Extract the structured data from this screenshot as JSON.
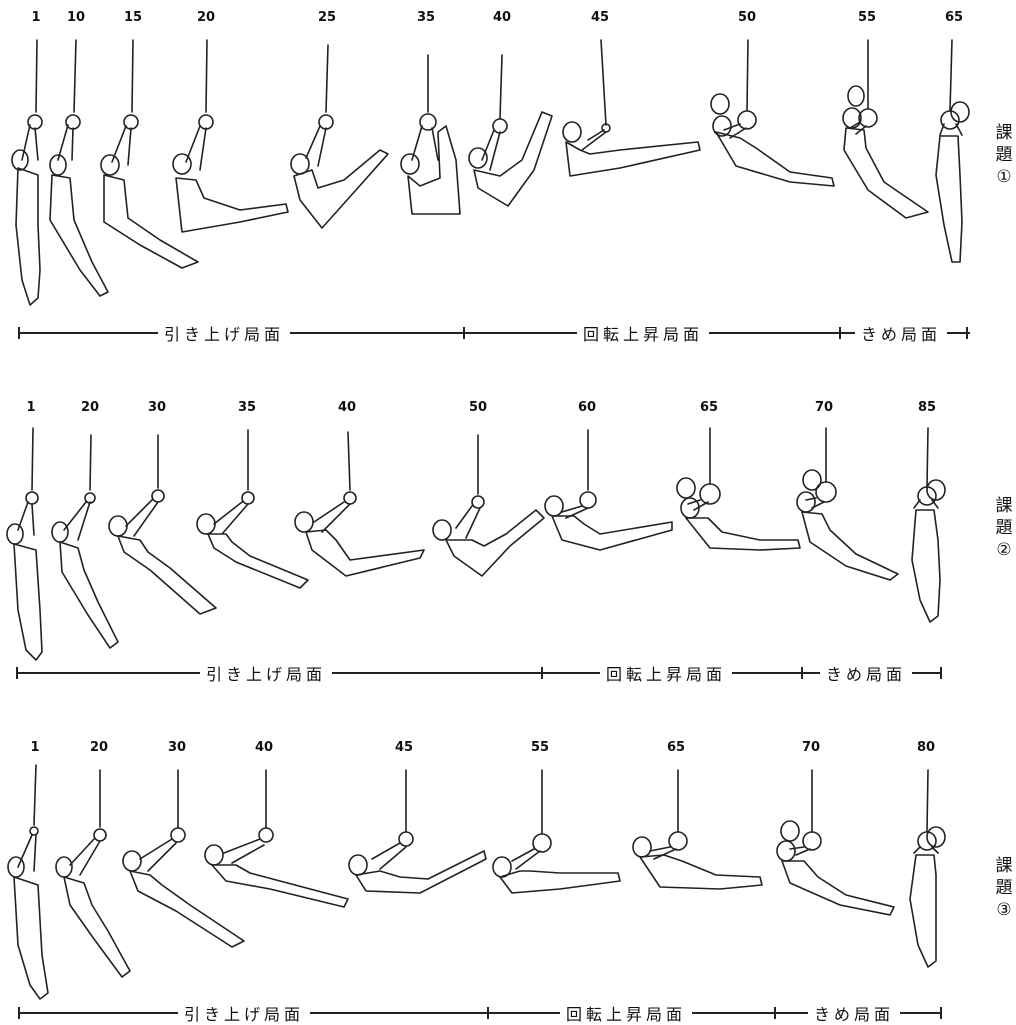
{
  "panels": [
    {
      "task_label": [
        "課",
        "題",
        "①"
      ],
      "frames": [
        "1",
        "10",
        "15",
        "20",
        "25",
        "35",
        "40",
        "45",
        "50",
        "55",
        "65"
      ],
      "phases": [
        "引き上げ局面",
        "回転上昇局面",
        "きめ局面"
      ]
    },
    {
      "task_label": [
        "課",
        "題",
        "②"
      ],
      "frames": [
        "1",
        "20",
        "30",
        "35",
        "40",
        "50",
        "60",
        "65",
        "70",
        "85"
      ],
      "phases": [
        "引き上げ局面",
        "回転上昇局面",
        "きめ局面"
      ]
    },
    {
      "task_label": [
        "課",
        "題",
        "③"
      ],
      "frames": [
        "1",
        "20",
        "30",
        "40",
        "45",
        "55",
        "65",
        "70",
        "80"
      ],
      "phases": [
        "引き上げ局面",
        "回転上昇局面",
        "きめ局面"
      ]
    }
  ]
}
